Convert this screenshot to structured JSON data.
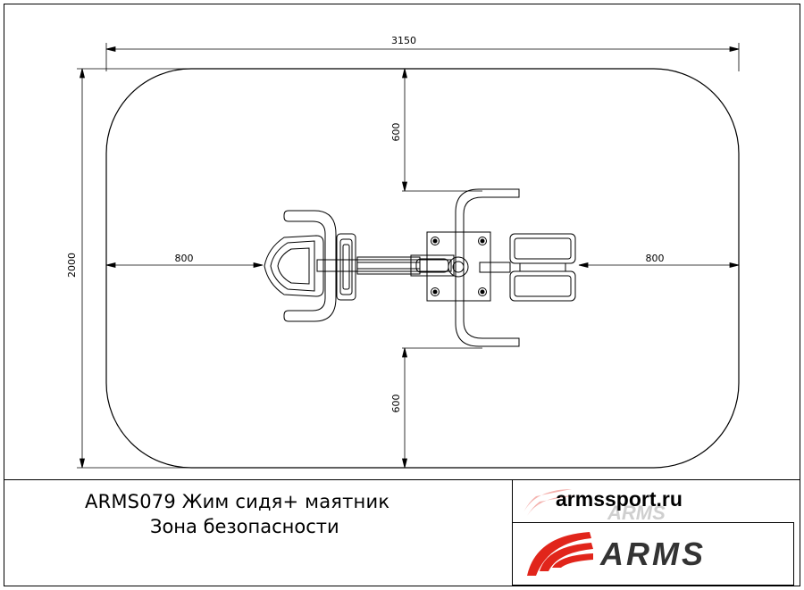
{
  "dimensions": {
    "overall_width": "3150",
    "overall_depth": "2000",
    "left_clearance": "800",
    "right_clearance": "800",
    "top_clearance": "600",
    "bottom_clearance": "600"
  },
  "title_block": {
    "line1": "ARMS079 Жим сидя+ маятник",
    "line2": "Зона безопасности",
    "website": "armssport.ru",
    "brand_logo_text": "ARMS",
    "watermark_logo_text": "ARMS"
  },
  "colors": {
    "line": "#000000",
    "brand_red": "#e1251b",
    "brand_dark": "#333333"
  }
}
